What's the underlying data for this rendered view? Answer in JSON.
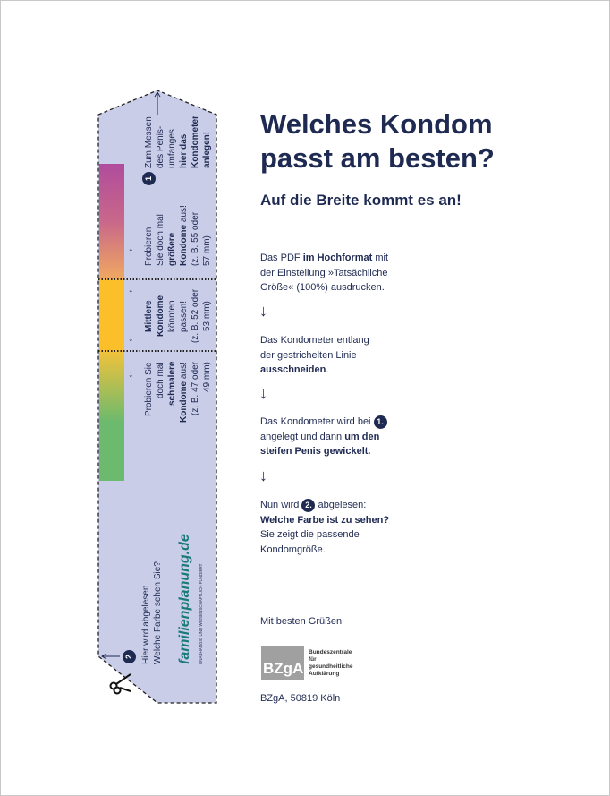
{
  "strip": {
    "block1": {
      "number": "1",
      "lines": [
        "Zum Messen",
        "des Penis-",
        "umfanges"
      ],
      "bold_lines": [
        "hier das",
        "Kondometer",
        "anlegen!"
      ]
    },
    "block2": {
      "lines": [
        "Probieren",
        "Sie doch mal"
      ],
      "bold": "größere",
      "line4_bold": "Kondome",
      "line4_rest": " aus!",
      "lines2": [
        "(z. B. 55 oder",
        "57 mm)"
      ]
    },
    "block3": {
      "bold_lines": [
        "Mittlere",
        "Kondome"
      ],
      "lines": [
        "könnten",
        "passen!",
        "(z. B. 52 oder",
        "53 mm)"
      ]
    },
    "block4": {
      "lines": [
        "Probieren Sie",
        "doch mal"
      ],
      "bold": "schmalere",
      "line4_bold": "Kondome",
      "line4_rest": " aus!",
      "lines2": [
        "(z. B. 47 oder",
        "49 mm)"
      ]
    },
    "block5": {
      "number": "2",
      "lines": [
        "Hier wird abgelesen",
        "Welche Farbe sehen Sie?"
      ]
    },
    "logo": {
      "name": "familienplanung.de",
      "tagline": "UNABHÄNGIG UND WISSENSCHAFTLICH FUNDIERT"
    },
    "colors": {
      "purple": "#b04c9c",
      "orange": "#f0a860",
      "yellow": "#fbbf2a",
      "green": "#6bba6e",
      "strip": "#c9cde8",
      "navy": "#1f2a52",
      "teal": "#1a7a7a"
    }
  },
  "main": {
    "title_line1": "Welches Kondom",
    "title_line2": "passt am besten?",
    "subtitle": "Auf die Breite kommt es an!",
    "step1": {
      "a": "Das PDF ",
      "b": "im Hochformat",
      "c": " mit",
      "l2": "der Einstellung »Tatsächliche",
      "l3": "Größe« (100%) ausdrucken."
    },
    "step2": {
      "l1": "Das Kondometer entlang",
      "l2": "der gestrichelten Linie",
      "l3b": "ausschneiden",
      "l3c": "."
    },
    "step3": {
      "l1": "Das Kondometer wird bei ",
      "num": "1.",
      "l2a": "angelegt und dann ",
      "l2b": "um den",
      "l3b": "steifen Penis gewickelt."
    },
    "step4": {
      "l1a": "Nun wird ",
      "num": "2.",
      "l1b": " abgelesen:",
      "l2b": "Welche Farbe ist zu sehen?",
      "l3": "Sie zeigt die passende",
      "l4": "Kondomgröße."
    },
    "arrow": "↓",
    "greeting": "Mit besten Grüßen",
    "bzga": {
      "abbr": "BZgA",
      "l1": "Bundeszentrale",
      "l2": "für",
      "l3": "gesundheitliche",
      "l4": "Aufklärung"
    },
    "address": "BZgA, 50819 Köln"
  }
}
